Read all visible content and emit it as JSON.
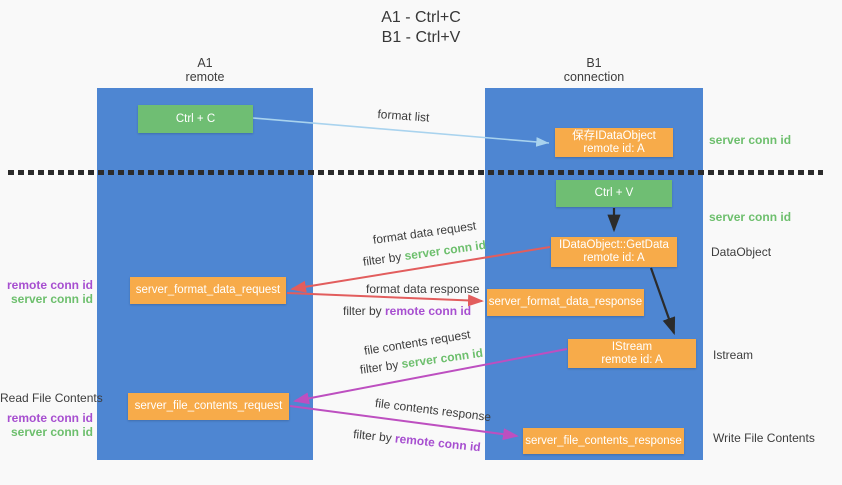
{
  "title": {
    "line1": "A1 - Ctrl+C",
    "line2": "B1 - Ctrl+V"
  },
  "columns": {
    "left": {
      "title": "A1",
      "subtitle": "remote"
    },
    "right": {
      "title": "B1",
      "subtitle": "connection"
    }
  },
  "nodes": {
    "ctrl_c": "Ctrl + C",
    "ctrl_v": "Ctrl + V",
    "save_idataobject": {
      "line1": "保存IDataObject",
      "line2": "remote id: A"
    },
    "getdata": {
      "line1": "IDataObject::GetData",
      "line2": "remote id: A"
    },
    "istream": {
      "line1": "IStream",
      "line2": "remote id: A"
    },
    "server_format_data_request": "server_format_data_request",
    "server_format_data_response": "server_format_data_response",
    "server_file_contents_request": "server_file_contents_request",
    "server_file_contents_response": "server_file_contents_response"
  },
  "edge_labels": {
    "format_list": "format list",
    "format_data_request": "format data request",
    "format_data_response": "format data response",
    "file_contents_request": "file contents request",
    "file_contents_response": "file contents response",
    "filter_by": "filter by ",
    "server_conn_id": "server conn id",
    "remote_conn_id": "remote conn id"
  },
  "side_labels": {
    "server_conn_id": "server conn id",
    "remote_conn_id": "remote conn id",
    "dataobject": "DataObject",
    "istream": "Istream",
    "read_file_contents": "Read File Contents",
    "write_file_contents": "Write File Contents"
  },
  "colors": {
    "background": "#f9f9f9",
    "column_blue": "#4e86d2",
    "node_orange": "#f7ab4a",
    "node_green": "#6fbe73",
    "arrow_red": "#e25d5d",
    "arrow_magenta": "#bd4fc0",
    "arrow_light_blue": "#a9d3ee",
    "arrow_black": "#2b2b2b",
    "text_green": "#6dbf6d",
    "text_purple": "#a74fd0",
    "text_dark": "#3d3d3d"
  }
}
